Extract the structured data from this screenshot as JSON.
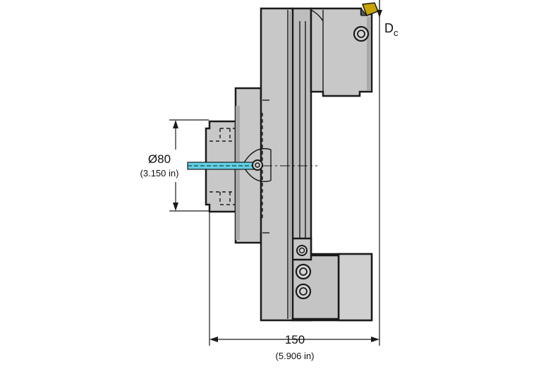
{
  "drawing": {
    "diameter_label": "Ø80",
    "diameter_sublabel": "(3.150 in)",
    "length_label": "150",
    "length_sublabel": "(5.906 in)",
    "dc_label_main": "D",
    "dc_label_sub": "c",
    "colors": {
      "body": "#c8c8c8",
      "body_dark": "#a9a9a9",
      "outline": "#1a1a1a",
      "coolant": "#5fd0e6",
      "insert": "#c9a400"
    }
  }
}
